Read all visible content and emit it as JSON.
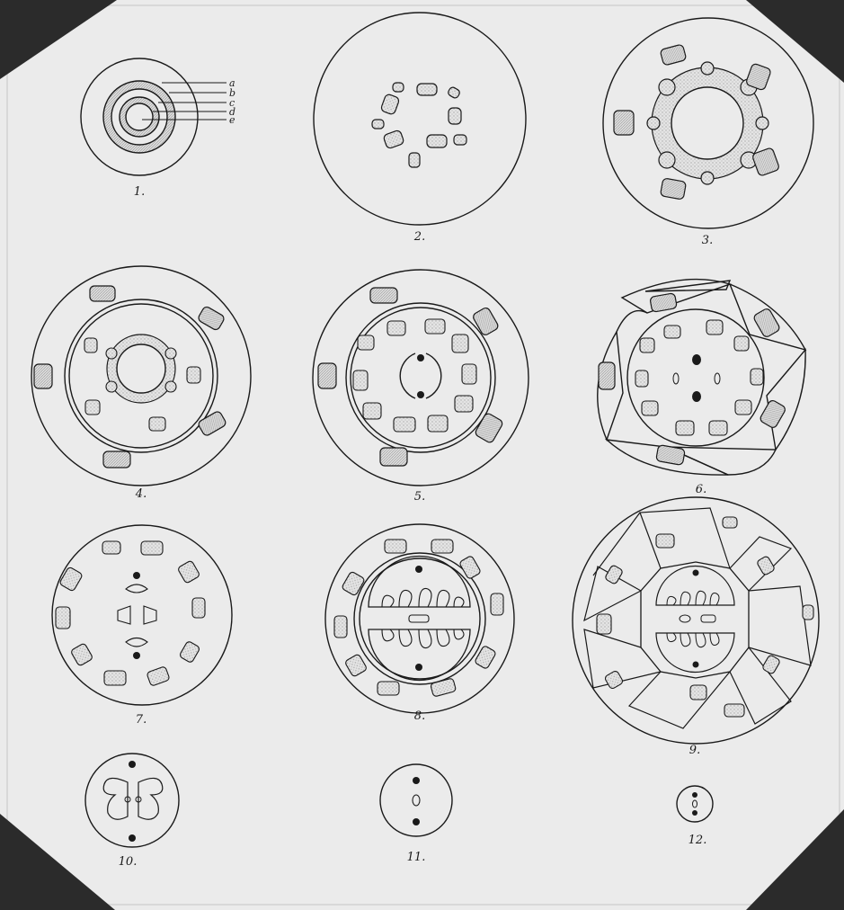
{
  "plate": {
    "paper_color": "#ebebeb",
    "ink_color": "#1a1a1a",
    "corner_color": "#2b2b2b",
    "stipple_color": "#bdbdbd",
    "figure_labels": [
      "1.",
      "2.",
      "3.",
      "4.",
      "5.",
      "6.",
      "7.",
      "8.",
      "9.",
      "10.",
      "11.",
      "12."
    ],
    "figure1_layer_labels": [
      "a",
      "b",
      "c",
      "d",
      "e"
    ]
  }
}
